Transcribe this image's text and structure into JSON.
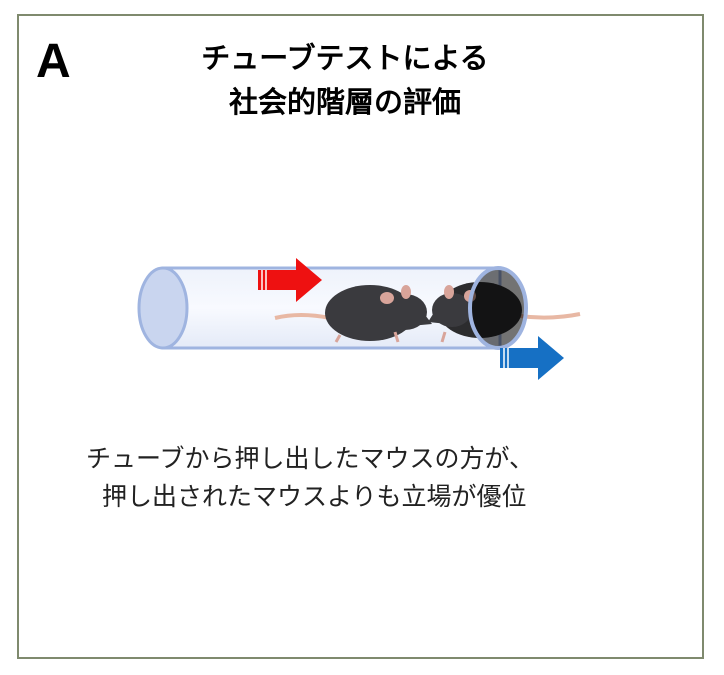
{
  "panel_label": "A",
  "title": [
    "チューブテストによる",
    "社会的階層の評価"
  ],
  "description": [
    "チューブから押し出したマウスの方が、",
    "押し出されたマウスよりも立場が優位"
  ],
  "colors": {
    "push_arrow": "#ee1111",
    "pushed_arrow": "#1670c4",
    "tube": "#9fb4e0",
    "frame": "#7f8a6e"
  }
}
